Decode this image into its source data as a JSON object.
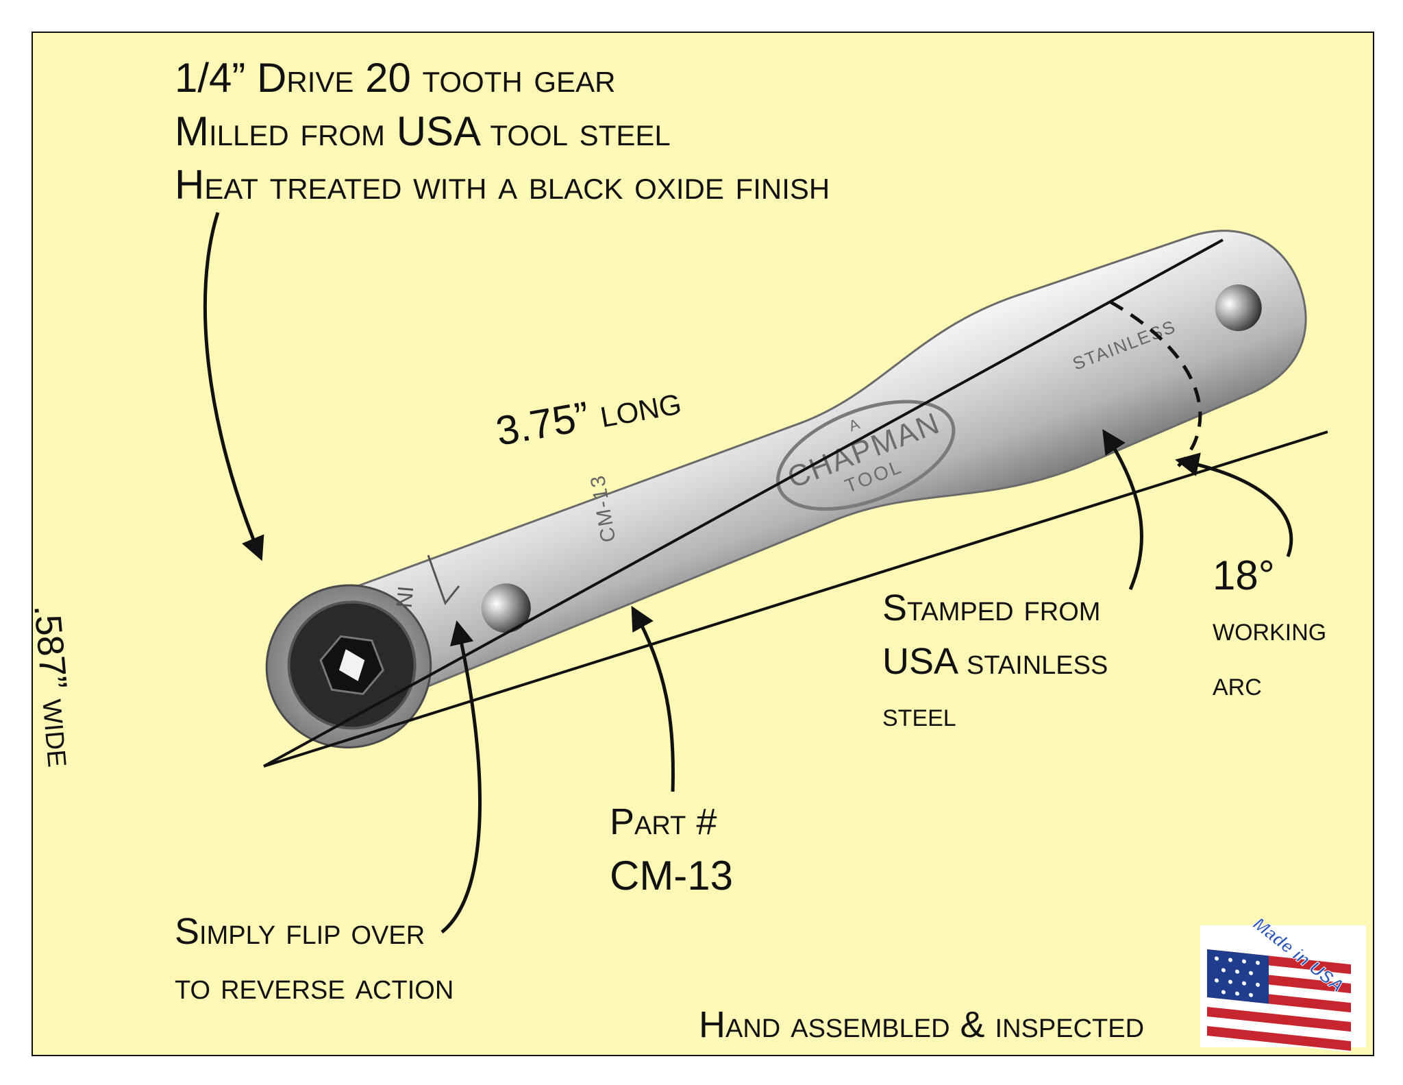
{
  "features": {
    "gear_line1": "1/4” Drive 20 tooth gear",
    "gear_line2": "Milled from USA tool steel",
    "gear_line3": "Heat treated with a black oxide finish",
    "length": "3.75” long",
    "width": ".587” wide",
    "stamped_line1": "Stamped from",
    "stamped_line2": "USA stainless",
    "stamped_line3": "steel",
    "arc_degrees": "18°",
    "arc_line1": "working",
    "arc_line2": "arc",
    "part_label": "Part #",
    "part_number": "CM-13",
    "flip_line1": "Simply flip over",
    "flip_line2": "to reverse action",
    "hand_assembled": "Hand assembled & inspected"
  },
  "wrench_markings": {
    "brand_top": "A",
    "brand_main": "CHAPMAN",
    "brand_bottom": "TOOL",
    "material_stamp": "STAINLESS",
    "part_stamp": "CM-13",
    "in_stamp": "IN"
  },
  "badge": {
    "text": "Made in USA"
  },
  "colors": {
    "background": "#fdf8b6",
    "border": "#111111",
    "steel_light": "#e4e4e4",
    "steel_dark": "#8a8a8a",
    "flag_red": "#c8262f",
    "flag_blue": "#1f3d8c"
  },
  "icons": [
    "ratchet-wrench-illustration",
    "usa-flag-icon"
  ]
}
